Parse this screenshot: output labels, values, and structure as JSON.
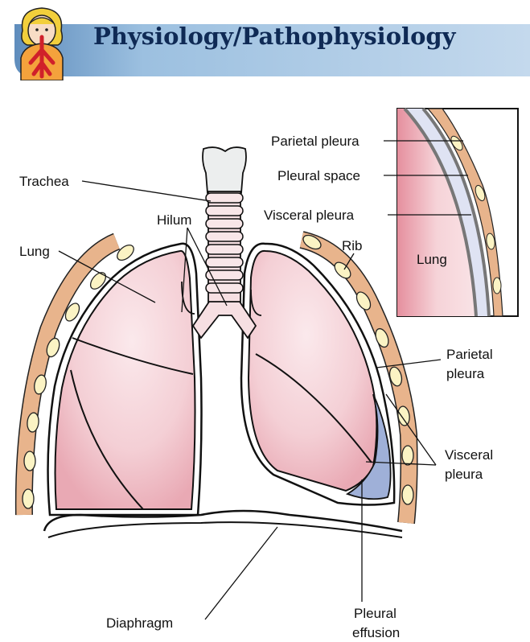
{
  "header": {
    "title": "Physiology/Pathophysiology",
    "band_color": "#8ab2d6",
    "title_color": "#0f2a55",
    "icon": "person-with-lungs-icon"
  },
  "labels": {
    "trachea": "Trachea",
    "hilum": "Hilum",
    "lung": "Lung",
    "rib": "Rib",
    "parietal_pleura_1": "Parietal",
    "parietal_pleura_2": "pleura",
    "visceral_pleura_1": "Visceral",
    "visceral_pleura_2": "pleura",
    "diaphragm": "Diaphragm",
    "effusion_1": "Pleural",
    "effusion_2": "effusion"
  },
  "inset": {
    "parietal_pleura": "Parietal pleura",
    "pleural_space": "Pleural space",
    "visceral_pleura": "Visceral pleura",
    "lung": "Lung"
  },
  "colors": {
    "lung_fill": "#f6d3d8",
    "lung_dark": "#e8a6b0",
    "effusion": "#9fb0d8",
    "rib_outer": "#e8b48c",
    "rib_inner": "#fbf3c4",
    "pleural_space": "#dfe3f3"
  }
}
